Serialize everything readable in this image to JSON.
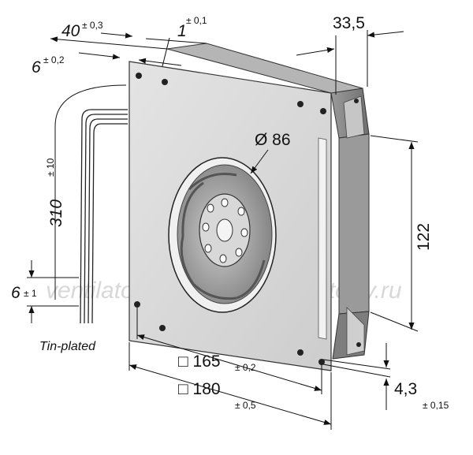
{
  "watermarks": [
    "ventilatorry.ru",
    "ventilatorry.ru"
  ],
  "dimensions": {
    "width_40": {
      "value": "40",
      "tolerance": "± 0,3"
    },
    "gap_1": {
      "value": "1",
      "tolerance": "± 0,1"
    },
    "offset_6": {
      "value": "6",
      "tolerance": "± 0,2"
    },
    "depth_335": {
      "value": "33,5"
    },
    "diameter_86": {
      "value": "Ø 86"
    },
    "cable_310": {
      "value": "310",
      "tolerance": "± 10"
    },
    "strip_6": {
      "value": "6",
      "tolerance": "± 1"
    },
    "tin_plated": {
      "value": "Tin-plated"
    },
    "height_122": {
      "value": "122"
    },
    "hole_165": {
      "value": "□ 165",
      "tolerance": "± 0,2"
    },
    "size_180": {
      "value": "□ 180",
      "tolerance": "± 0,5"
    },
    "hole_43": {
      "value": "4,3",
      "tolerance": "± 0,15"
    }
  },
  "colors": {
    "plate": "#d9d9d9",
    "plate_edge": "#bdbdbd",
    "housing_dark": "#8f8f8f",
    "impeller": "#a8a8a8",
    "hub": "#cfcfcf",
    "line": "#111111"
  }
}
